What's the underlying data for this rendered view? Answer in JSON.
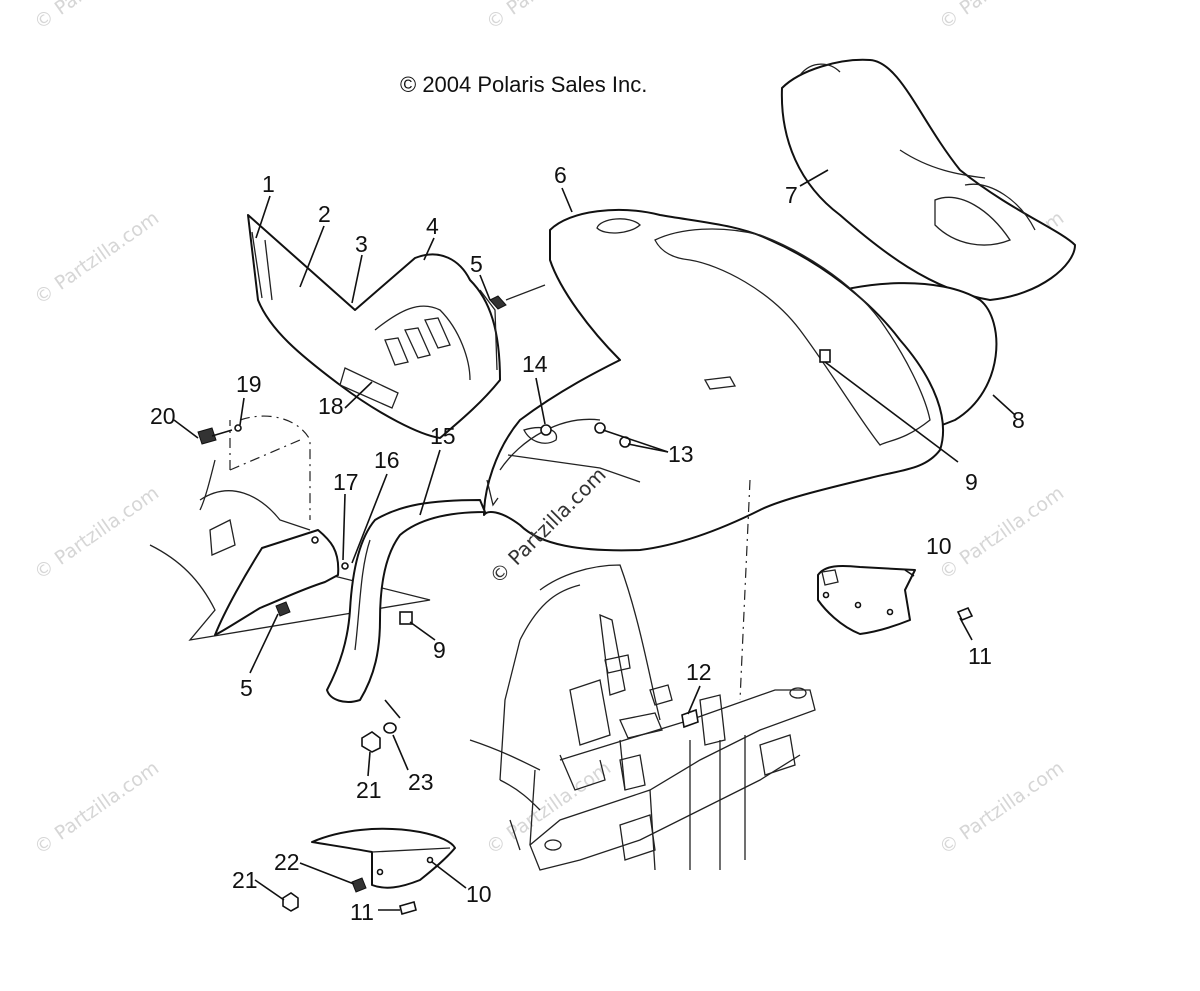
{
  "copyright": "© 2004 Polaris Sales Inc.",
  "watermark": "© Partzilla.com",
  "callouts": {
    "c1": "1",
    "c2": "2",
    "c3": "3",
    "c4": "4",
    "c5a": "5",
    "c5b": "5",
    "c6": "6",
    "c7": "7",
    "c8": "8",
    "c9a": "9",
    "c9b": "9",
    "c10a": "10",
    "c10b": "10",
    "c11a": "11",
    "c11b": "11",
    "c12": "12",
    "c13": "13",
    "c14": "14",
    "c15": "15",
    "c16": "16",
    "c17": "17",
    "c18": "18",
    "c19": "19",
    "c20": "20",
    "c21a": "21",
    "c21b": "21",
    "c22": "22",
    "c23": "23"
  }
}
